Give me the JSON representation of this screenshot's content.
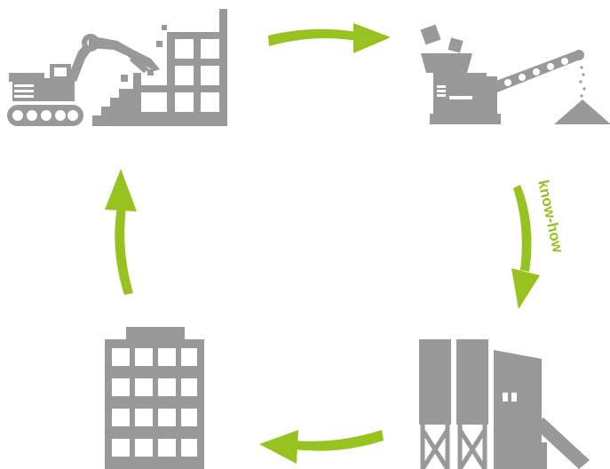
{
  "colors": {
    "icon_gray": "#999999",
    "arrow_green": "#97c21f",
    "background": "#ffffff"
  },
  "cycle": {
    "stages": [
      {
        "id": "demolition",
        "icon": "excavator-demolition-icon"
      },
      {
        "id": "crushing",
        "icon": "crusher-conveyor-icon"
      },
      {
        "id": "concrete-plant",
        "icon": "concrete-plant-silo-icon"
      },
      {
        "id": "new-building",
        "icon": "office-building-icon"
      }
    ],
    "arrows": [
      {
        "from": "demolition",
        "to": "crushing",
        "label": ""
      },
      {
        "from": "crushing",
        "to": "concrete-plant",
        "label": "know-how"
      },
      {
        "from": "concrete-plant",
        "to": "new-building",
        "label": ""
      },
      {
        "from": "new-building",
        "to": "demolition",
        "label": ""
      }
    ]
  }
}
